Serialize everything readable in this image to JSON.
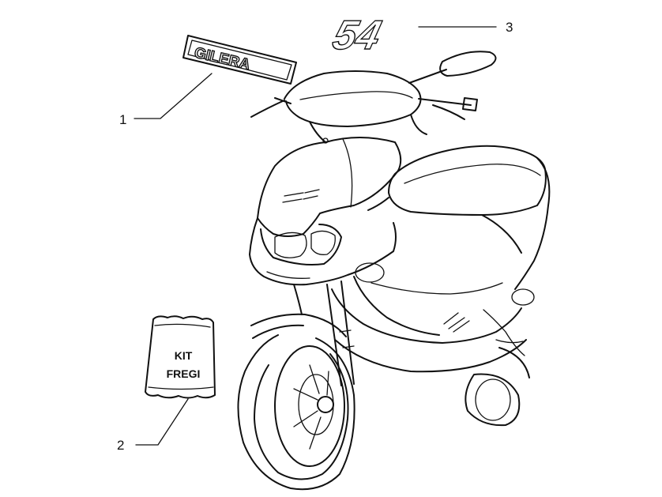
{
  "callouts": [
    {
      "number": "1"
    },
    {
      "number": "2"
    },
    {
      "number": "3"
    }
  ],
  "parts": {
    "brand_decal_text": "GILERA",
    "model_decal_text": "54",
    "kit_line1": "KIT",
    "kit_line2": "FREGI"
  }
}
